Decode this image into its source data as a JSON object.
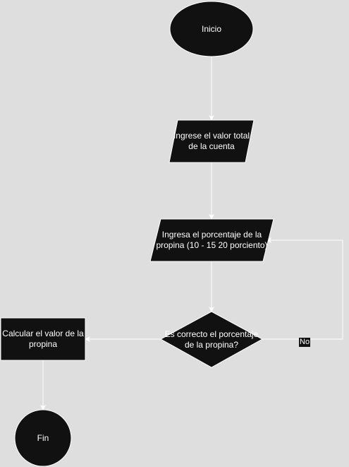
{
  "diagram": {
    "colors": {
      "background": "#dedede",
      "shape_fill": "#111111",
      "shape_stroke": "#ffffff",
      "connector": "#ffffff",
      "text": "#ffffff"
    },
    "nodes": {
      "start": {
        "shape": "ellipse",
        "label": "Inicio"
      },
      "input_bill": {
        "shape": "parallelogram",
        "label": "Ingrese el valor total\nde  la cuenta"
      },
      "input_percent": {
        "shape": "parallelogram",
        "label": "Ingresa el porcentaje de la\npropina (10 - 15 20 porciento)"
      },
      "decision": {
        "shape": "diamond",
        "label": "Es correcto el porcentaje\nde la propina?"
      },
      "calculate": {
        "shape": "rectangle",
        "label": "Calcular el valor de la\npropina"
      },
      "end": {
        "shape": "circle",
        "label": "Fin"
      }
    },
    "edges": {
      "no_label": "No"
    }
  }
}
